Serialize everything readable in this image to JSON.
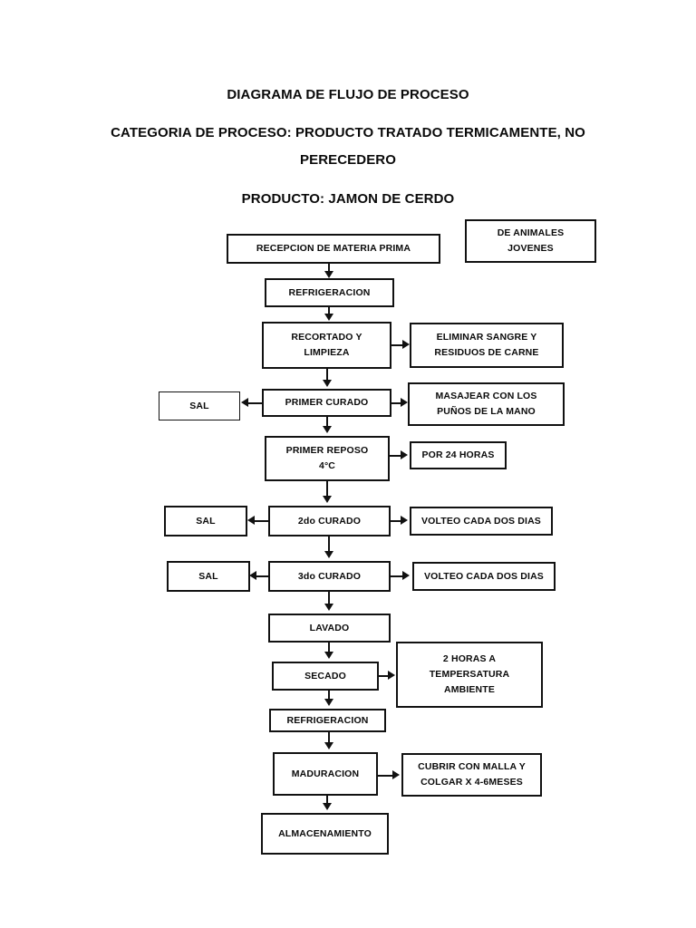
{
  "document": {
    "titles": [
      "DIAGRAMA DE FLUJO DE PROCESO",
      "CATEGORIA DE PROCESO: PRODUCTO TRATADO TERMICAMENTE, NO PERECEDERO",
      "PRODUCTO: JAMON DE CERDO"
    ]
  },
  "chart_data": {
    "type": "diagram",
    "title": "DIAGRAMA DE FLUJO DE PROCESO",
    "subtitle": "CATEGORIA DE PROCESO: PRODUCTO TRATADO TERMICAMENTE, NO PERECEDERO",
    "product": "PRODUCTO: JAMON DE CERDO",
    "nodes": [
      {
        "id": "recepcion",
        "label": "RECEPCION DE MATERIA PRIMA",
        "column": "main"
      },
      {
        "id": "animales",
        "label": "DE ANIMALES JOVENES",
        "column": "right"
      },
      {
        "id": "refrig1",
        "label": "REFRIGERACION",
        "column": "main"
      },
      {
        "id": "recortado",
        "label": "RECORTADO Y LIMPIEZA",
        "column": "main"
      },
      {
        "id": "eliminar",
        "label": "ELIMINAR SANGRE Y RESIDUOS DE CARNE",
        "column": "right"
      },
      {
        "id": "curado1",
        "label": "PRIMER CURADO",
        "column": "main"
      },
      {
        "id": "sal1",
        "label": "SAL",
        "column": "left"
      },
      {
        "id": "masajear",
        "label": "MASAJEAR CON LOS PUÑOS DE LA MANO",
        "column": "right"
      },
      {
        "id": "reposo1",
        "label": "PRIMER REPOSO 4°C",
        "column": "main"
      },
      {
        "id": "horas24",
        "label": "POR 24 HORAS",
        "column": "right"
      },
      {
        "id": "curado2",
        "label": "2do CURADO",
        "column": "main"
      },
      {
        "id": "sal2",
        "label": "SAL",
        "column": "left"
      },
      {
        "id": "volteo1",
        "label": "VOLTEO CADA DOS DIAS",
        "column": "right"
      },
      {
        "id": "curado3",
        "label": "3do CURADO",
        "column": "main"
      },
      {
        "id": "sal3",
        "label": "SAL",
        "column": "left"
      },
      {
        "id": "volteo2",
        "label": "VOLTEO CADA DOS DIAS",
        "column": "right"
      },
      {
        "id": "lavado",
        "label": "LAVADO",
        "column": "main"
      },
      {
        "id": "secado",
        "label": "SECADO",
        "column": "main"
      },
      {
        "id": "dosHoras",
        "label": "2 HORAS A TEMPERSATURA AMBIENTE",
        "column": "right"
      },
      {
        "id": "refrig2",
        "label": "REFRIGERACION",
        "column": "main"
      },
      {
        "id": "maduracion",
        "label": "MADURACION",
        "column": "main"
      },
      {
        "id": "cubrir",
        "label": "CUBRIR CON MALLA Y COLGAR X 4-6MESES",
        "column": "right"
      },
      {
        "id": "almacen",
        "label": "ALMACENAMIENTO",
        "column": "main"
      }
    ],
    "edges": [
      {
        "from": "recepcion",
        "to": "refrig1",
        "direction": "down"
      },
      {
        "from": "refrig1",
        "to": "recortado",
        "direction": "down"
      },
      {
        "from": "recortado",
        "to": "eliminar",
        "direction": "right"
      },
      {
        "from": "recortado",
        "to": "curado1",
        "direction": "down"
      },
      {
        "from": "curado1",
        "to": "sal1",
        "direction": "left"
      },
      {
        "from": "curado1",
        "to": "masajear",
        "direction": "right"
      },
      {
        "from": "curado1",
        "to": "reposo1",
        "direction": "down"
      },
      {
        "from": "reposo1",
        "to": "horas24",
        "direction": "right"
      },
      {
        "from": "reposo1",
        "to": "curado2",
        "direction": "down"
      },
      {
        "from": "curado2",
        "to": "sal2",
        "direction": "left"
      },
      {
        "from": "curado2",
        "to": "volteo1",
        "direction": "right"
      },
      {
        "from": "curado2",
        "to": "curado3",
        "direction": "down"
      },
      {
        "from": "curado3",
        "to": "sal3",
        "direction": "left"
      },
      {
        "from": "curado3",
        "to": "volteo2",
        "direction": "right"
      },
      {
        "from": "curado3",
        "to": "lavado",
        "direction": "down"
      },
      {
        "from": "lavado",
        "to": "secado",
        "direction": "down"
      },
      {
        "from": "secado",
        "to": "dosHoras",
        "direction": "right"
      },
      {
        "from": "secado",
        "to": "refrig2",
        "direction": "down"
      },
      {
        "from": "refrig2",
        "to": "maduracion",
        "direction": "down"
      },
      {
        "from": "maduracion",
        "to": "cubrir",
        "direction": "right"
      },
      {
        "from": "maduracion",
        "to": "almacen",
        "direction": "down"
      }
    ],
    "colors": {
      "line": "#111111",
      "box_fill": "#ffffff",
      "text": "#0a0a0a"
    }
  },
  "nodes": {
    "recepcion": "RECEPCION DE MATERIA PRIMA",
    "animales_l1": "DE ANIMALES",
    "animales_l2": "JOVENES",
    "refrig1": "REFRIGERACION",
    "recortado_l1": "RECORTADO Y",
    "recortado_l2": "LIMPIEZA",
    "eliminar_l1": "ELIMINAR SANGRE Y",
    "eliminar_l2": "RESIDUOS DE CARNE",
    "curado1": "PRIMER CURADO",
    "sal1": "SAL",
    "masajear_l1": "MASAJEAR CON LOS",
    "masajear_l2": "PUÑOS DE LA MANO",
    "reposo1_l1": "PRIMER REPOSO",
    "reposo1_l2": "4°C",
    "horas24": "POR 24 HORAS",
    "curado2": "2do CURADO",
    "sal2": "SAL",
    "volteo1": "VOLTEO CADA DOS DIAS",
    "curado3": "3do CURADO",
    "sal3": "SAL",
    "volteo2": "VOLTEO CADA DOS DIAS",
    "lavado": "LAVADO",
    "secado": "SECADO",
    "doshoras_l1": "2 HORAS A",
    "doshoras_l2": "TEMPERSATURA",
    "doshoras_l3": "AMBIENTE",
    "refrig2": "REFRIGERACION",
    "maduracion": "MADURACION",
    "cubrir_l1": "CUBRIR CON MALLA Y",
    "cubrir_l2": "COLGAR X 4-6MESES",
    "almacen": "ALMACENAMIENTO"
  }
}
